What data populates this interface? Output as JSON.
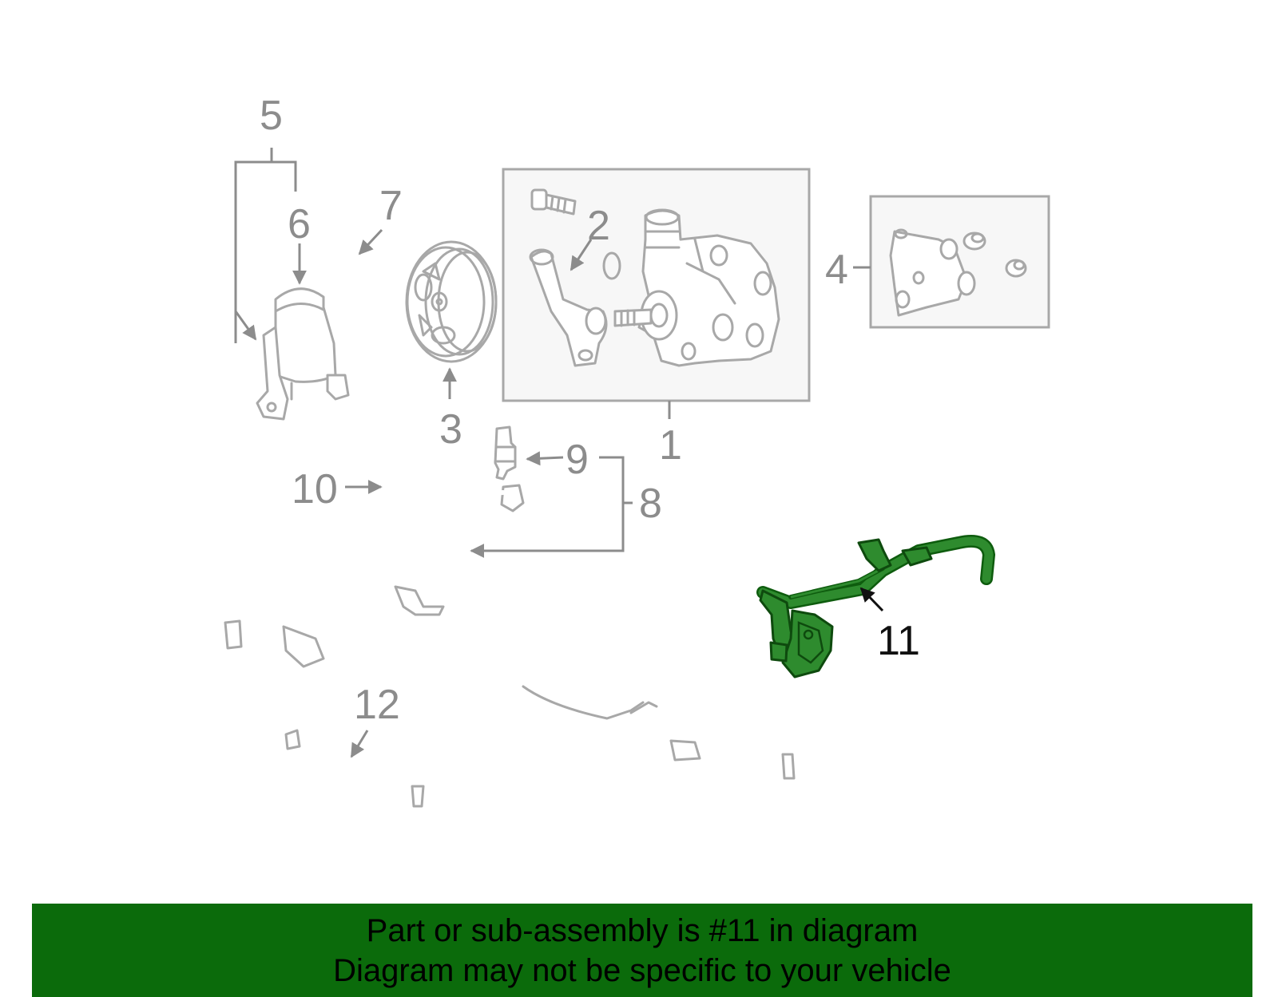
{
  "colors": {
    "highlight_part": "#2e8b2e",
    "banner_background": "#0b6b0b",
    "line_art": "#a8a8a8",
    "callout_text": "#8c8c8c"
  },
  "callouts": {
    "c1": "1",
    "c2": "2",
    "c3": "3",
    "c4": "4",
    "c5": "5",
    "c6": "6",
    "c7": "7",
    "c8": "8",
    "c9": "9",
    "c10": "10",
    "c11": "11",
    "c12": "12"
  },
  "highlighted_callout": "11",
  "banner": {
    "line1": "Part or sub-assembly is #11 in diagram",
    "line2": "Diagram may not be specific to your vehicle"
  }
}
